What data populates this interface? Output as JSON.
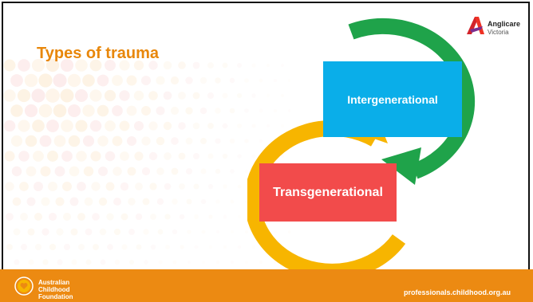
{
  "slide": {
    "title": "Types of trauma",
    "logo": {
      "name": "Anglicare",
      "region": "Victoria"
    },
    "diagram": {
      "top_label": "Intergenerational",
      "bottom_label": "Transgenerational"
    },
    "footer": {
      "org_line1": "Australian",
      "org_line2": "Childhood",
      "org_line3": "Foundation",
      "url": "professionals.childhood.org.au"
    }
  },
  "colors": {
    "accent_orange": "#ec8a12",
    "green_arrow": "#1fa34a",
    "yellow_arrow": "#f7b500",
    "blue_box": "#0aaee9",
    "red_box": "#f24b4b",
    "title_orange": "#e8870b"
  }
}
